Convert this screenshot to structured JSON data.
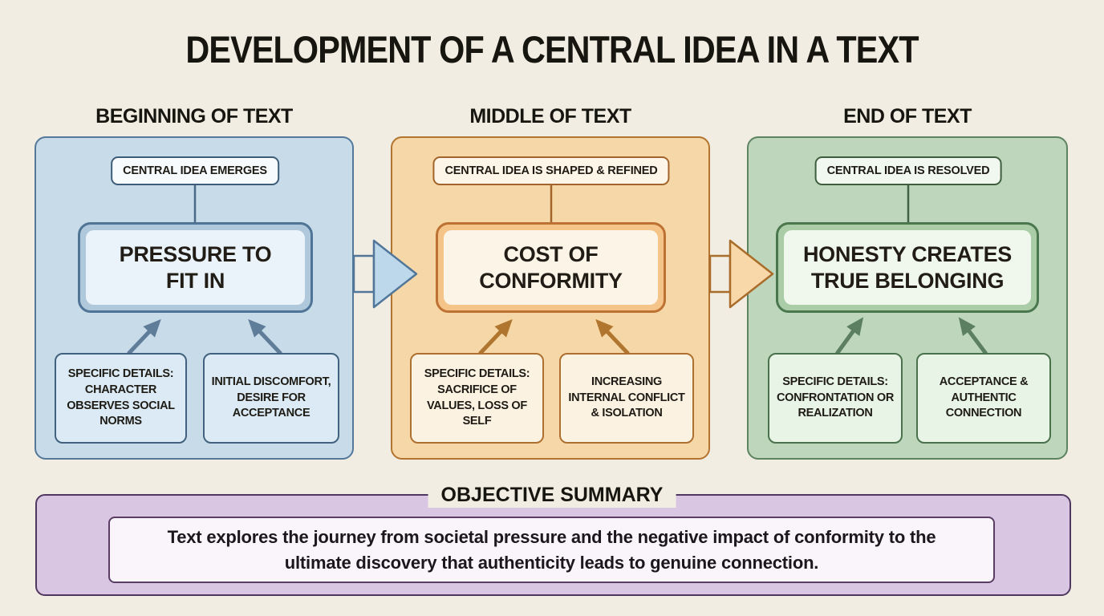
{
  "page": {
    "title": "DEVELOPMENT OF A CENTRAL IDEA IN A TEXT"
  },
  "columns": [
    {
      "header": "BEGINNING OF TEXT",
      "stage_label": "CENTRAL IDEA EMERGES",
      "central_idea": "PRESSURE TO FIT IN",
      "detail_left": "SPECIFIC DETAILS: CHARACTER OBSERVES SOCIAL NORMS",
      "detail_right": "INITIAL DISCOMFORT, DESIRE FOR ACCEPTANCE"
    },
    {
      "header": "MIDDLE OF TEXT",
      "stage_label": "CENTRAL IDEA IS SHAPED & REFINED",
      "central_idea": "COST OF CONFORMITY",
      "detail_left": "SPECIFIC DETAILS: SACRIFICE OF VALUES, LOSS OF SELF",
      "detail_right": "INCREASING INTERNAL CONFLICT & ISOLATION"
    },
    {
      "header": "END OF TEXT",
      "stage_label": "CENTRAL IDEA IS RESOLVED",
      "central_idea": "HONESTY CREATES TRUE BELONGING",
      "detail_left": "SPECIFIC DETAILS: CONFRONTATION OR REALIZATION",
      "detail_right": "ACCEPTANCE & AUTHENTIC CONNECTION"
    }
  ],
  "summary": {
    "heading": "OBJECTIVE SUMMARY",
    "text": "Text explores the journey from societal pressure and the negative impact of conformity to the ultimate discovery that authenticity leads to genuine connection."
  },
  "colors": {
    "background": "#f1ede2",
    "beginning_panel": "#c8dbe9",
    "beginning_accent": "#54789a",
    "middle_panel": "#f6d8a8",
    "middle_accent": "#b3742f",
    "end_panel": "#bed6bc",
    "end_accent": "#5d8360",
    "summary_panel": "#d9c6e2",
    "summary_accent": "#503760",
    "text": "#1e1b15"
  }
}
